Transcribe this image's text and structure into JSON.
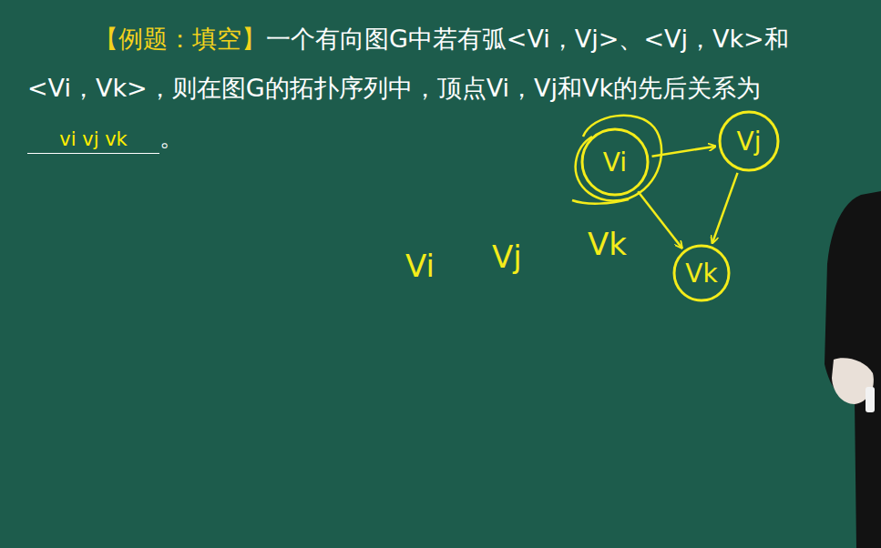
{
  "diagram": {
    "title": "【例题：填空】",
    "nodes": [
      {
        "text": [
          "Vi"
        ]
      },
      {
        "text": [
          "Vj"
        ]
      },
      {
        "text": [
          "Vk"
        ]
      }
    ],
    "edges": [
      {
        "from": 0,
        "to": 1,
        "arrow": "to"
      },
      {
        "from": 1,
        "to": 2,
        "arrow": "to"
      },
      {
        "from": 0,
        "to": 2,
        "arrow": "to"
      }
    ],
    "labels": [
      "一个有向图G中若有弧<Vi，Vj>、<Vj，Vk>和<Vi，Vk>，则在图G的拓扑序列中，顶点Vi，Vj和Vk的先后关系为",
      "vi vj vk",
      "。",
      "Vi",
      "Vj",
      "Vk"
    ]
  }
}
